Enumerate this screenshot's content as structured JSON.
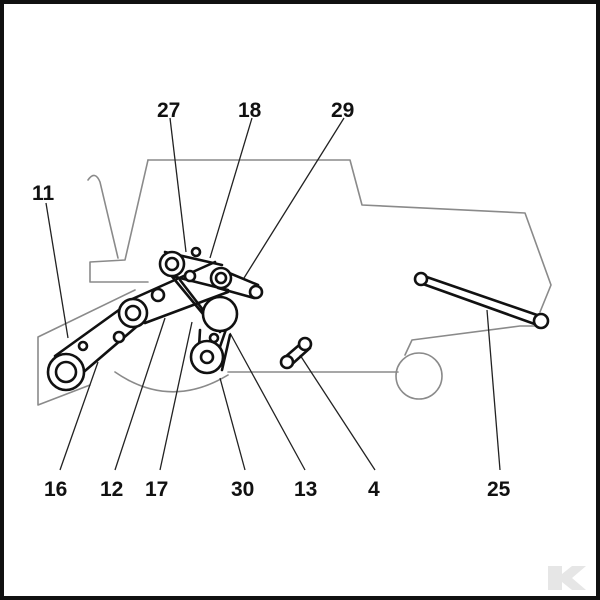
{
  "diagram": {
    "labels": {
      "l27": "27",
      "l18": "18",
      "l29": "29",
      "l11": "11",
      "l16": "16",
      "l12": "12",
      "l17": "17",
      "l30": "30",
      "l13": "13",
      "l4": "4",
      "l25": "25"
    }
  },
  "colors": {
    "frame": "#111111",
    "machine_outline": "#8a8a8a",
    "belt": "#111111",
    "watermark": "#e6e6e6"
  }
}
